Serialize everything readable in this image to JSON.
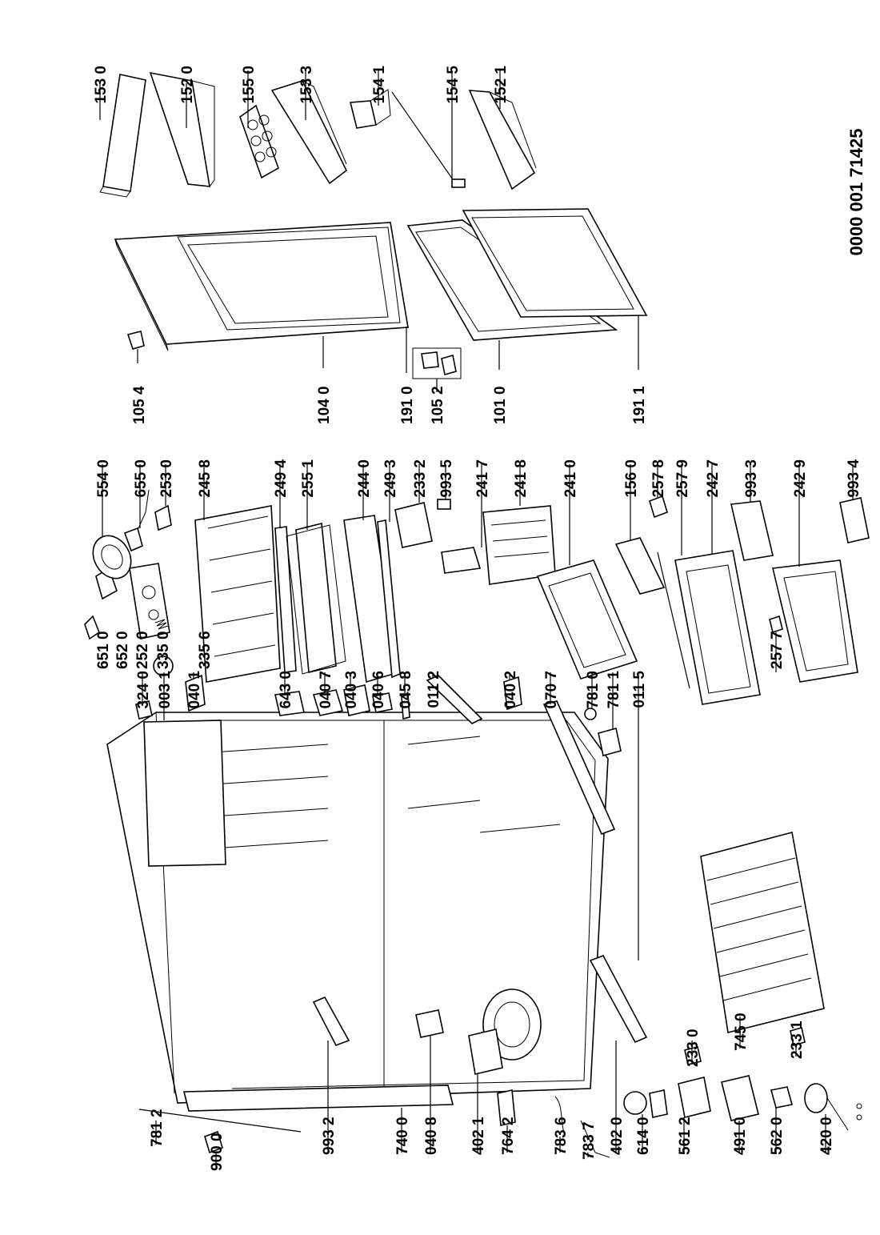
{
  "drawing_code": "0000 001 71425",
  "colors": {
    "ink": "#000000",
    "paper": "#ffffff",
    "shade": "#444444"
  },
  "labels": [
    {
      "id": "l1530",
      "text": "153 0"
    },
    {
      "id": "l1520",
      "text": "152 0"
    },
    {
      "id": "l1550",
      "text": "155 0"
    },
    {
      "id": "l1533",
      "text": "153 3"
    },
    {
      "id": "l1541",
      "text": "154 1"
    },
    {
      "id": "l1545",
      "text": "154 5"
    },
    {
      "id": "l1521",
      "text": "152 1"
    },
    {
      "id": "l1054",
      "text": "105 4"
    },
    {
      "id": "l1040",
      "text": "104 0"
    },
    {
      "id": "l1910",
      "text": "191 0"
    },
    {
      "id": "l1052",
      "text": "105 2"
    },
    {
      "id": "l1010",
      "text": "101 0"
    },
    {
      "id": "l1911",
      "text": "191 1"
    },
    {
      "id": "l5540",
      "text": "554 0"
    },
    {
      "id": "l6550",
      "text": "655 0"
    },
    {
      "id": "l2530",
      "text": "253 0"
    },
    {
      "id": "l2458",
      "text": "245 8"
    },
    {
      "id": "l2494",
      "text": "249 4"
    },
    {
      "id": "l2551",
      "text": "255 1"
    },
    {
      "id": "l2440",
      "text": "244 0"
    },
    {
      "id": "l2493",
      "text": "249 3"
    },
    {
      "id": "l2332",
      "text": "233 2"
    },
    {
      "id": "l9935",
      "text": "993 5"
    },
    {
      "id": "l2417",
      "text": "241 7"
    },
    {
      "id": "l2418",
      "text": "241 8"
    },
    {
      "id": "l2410",
      "text": "241 0"
    },
    {
      "id": "l1560",
      "text": "156 0"
    },
    {
      "id": "l2578",
      "text": "257 8"
    },
    {
      "id": "l2579",
      "text": "257 9"
    },
    {
      "id": "l2427",
      "text": "242 7"
    },
    {
      "id": "l9933",
      "text": "993 3"
    },
    {
      "id": "l2429",
      "text": "242 9"
    },
    {
      "id": "l9934",
      "text": "993 4"
    },
    {
      "id": "l6510",
      "text": "651 0"
    },
    {
      "id": "l6520",
      "text": "652 0"
    },
    {
      "id": "l2520",
      "text": "252 0"
    },
    {
      "id": "l3350",
      "text": "335 0"
    },
    {
      "id": "l3356",
      "text": "335 6"
    },
    {
      "id": "l2577",
      "text": "257 7"
    },
    {
      "id": "l3240",
      "text": "324 0"
    },
    {
      "id": "l0031",
      "text": "003 1"
    },
    {
      "id": "l0401",
      "text": "040 1"
    },
    {
      "id": "l6430",
      "text": "643 0"
    },
    {
      "id": "l0407",
      "text": "040 7"
    },
    {
      "id": "l0403",
      "text": "040 3"
    },
    {
      "id": "l0406",
      "text": "040 6"
    },
    {
      "id": "l0458",
      "text": "045 8"
    },
    {
      "id": "l0112",
      "text": "011 2"
    },
    {
      "id": "l0402",
      "text": "040 2"
    },
    {
      "id": "l0707",
      "text": "070 7"
    },
    {
      "id": "l7810",
      "text": "781 0"
    },
    {
      "id": "l7811",
      "text": "781 1"
    },
    {
      "id": "l0115",
      "text": "011 5"
    },
    {
      "id": "l2330",
      "text": "233 0"
    },
    {
      "id": "l7450",
      "text": "745 0"
    },
    {
      "id": "l2331",
      "text": "233 1"
    },
    {
      "id": "l7812",
      "text": "781 2"
    },
    {
      "id": "l9000",
      "text": "900 0"
    },
    {
      "id": "l9932",
      "text": "993 2"
    },
    {
      "id": "l7400",
      "text": "740 0"
    },
    {
      "id": "l0408",
      "text": "040 8"
    },
    {
      "id": "l4021",
      "text": "402 1"
    },
    {
      "id": "l7642",
      "text": "764 2"
    },
    {
      "id": "l7836",
      "text": "783 6"
    },
    {
      "id": "l7837",
      "text": "783 7"
    },
    {
      "id": "l4020",
      "text": "402 0"
    },
    {
      "id": "l6140",
      "text": "614 0"
    },
    {
      "id": "l5612",
      "text": "561 2"
    },
    {
      "id": "l4910",
      "text": "491 0"
    },
    {
      "id": "l5620",
      "text": "562 0"
    },
    {
      "id": "l4200",
      "text": "420 0"
    }
  ]
}
